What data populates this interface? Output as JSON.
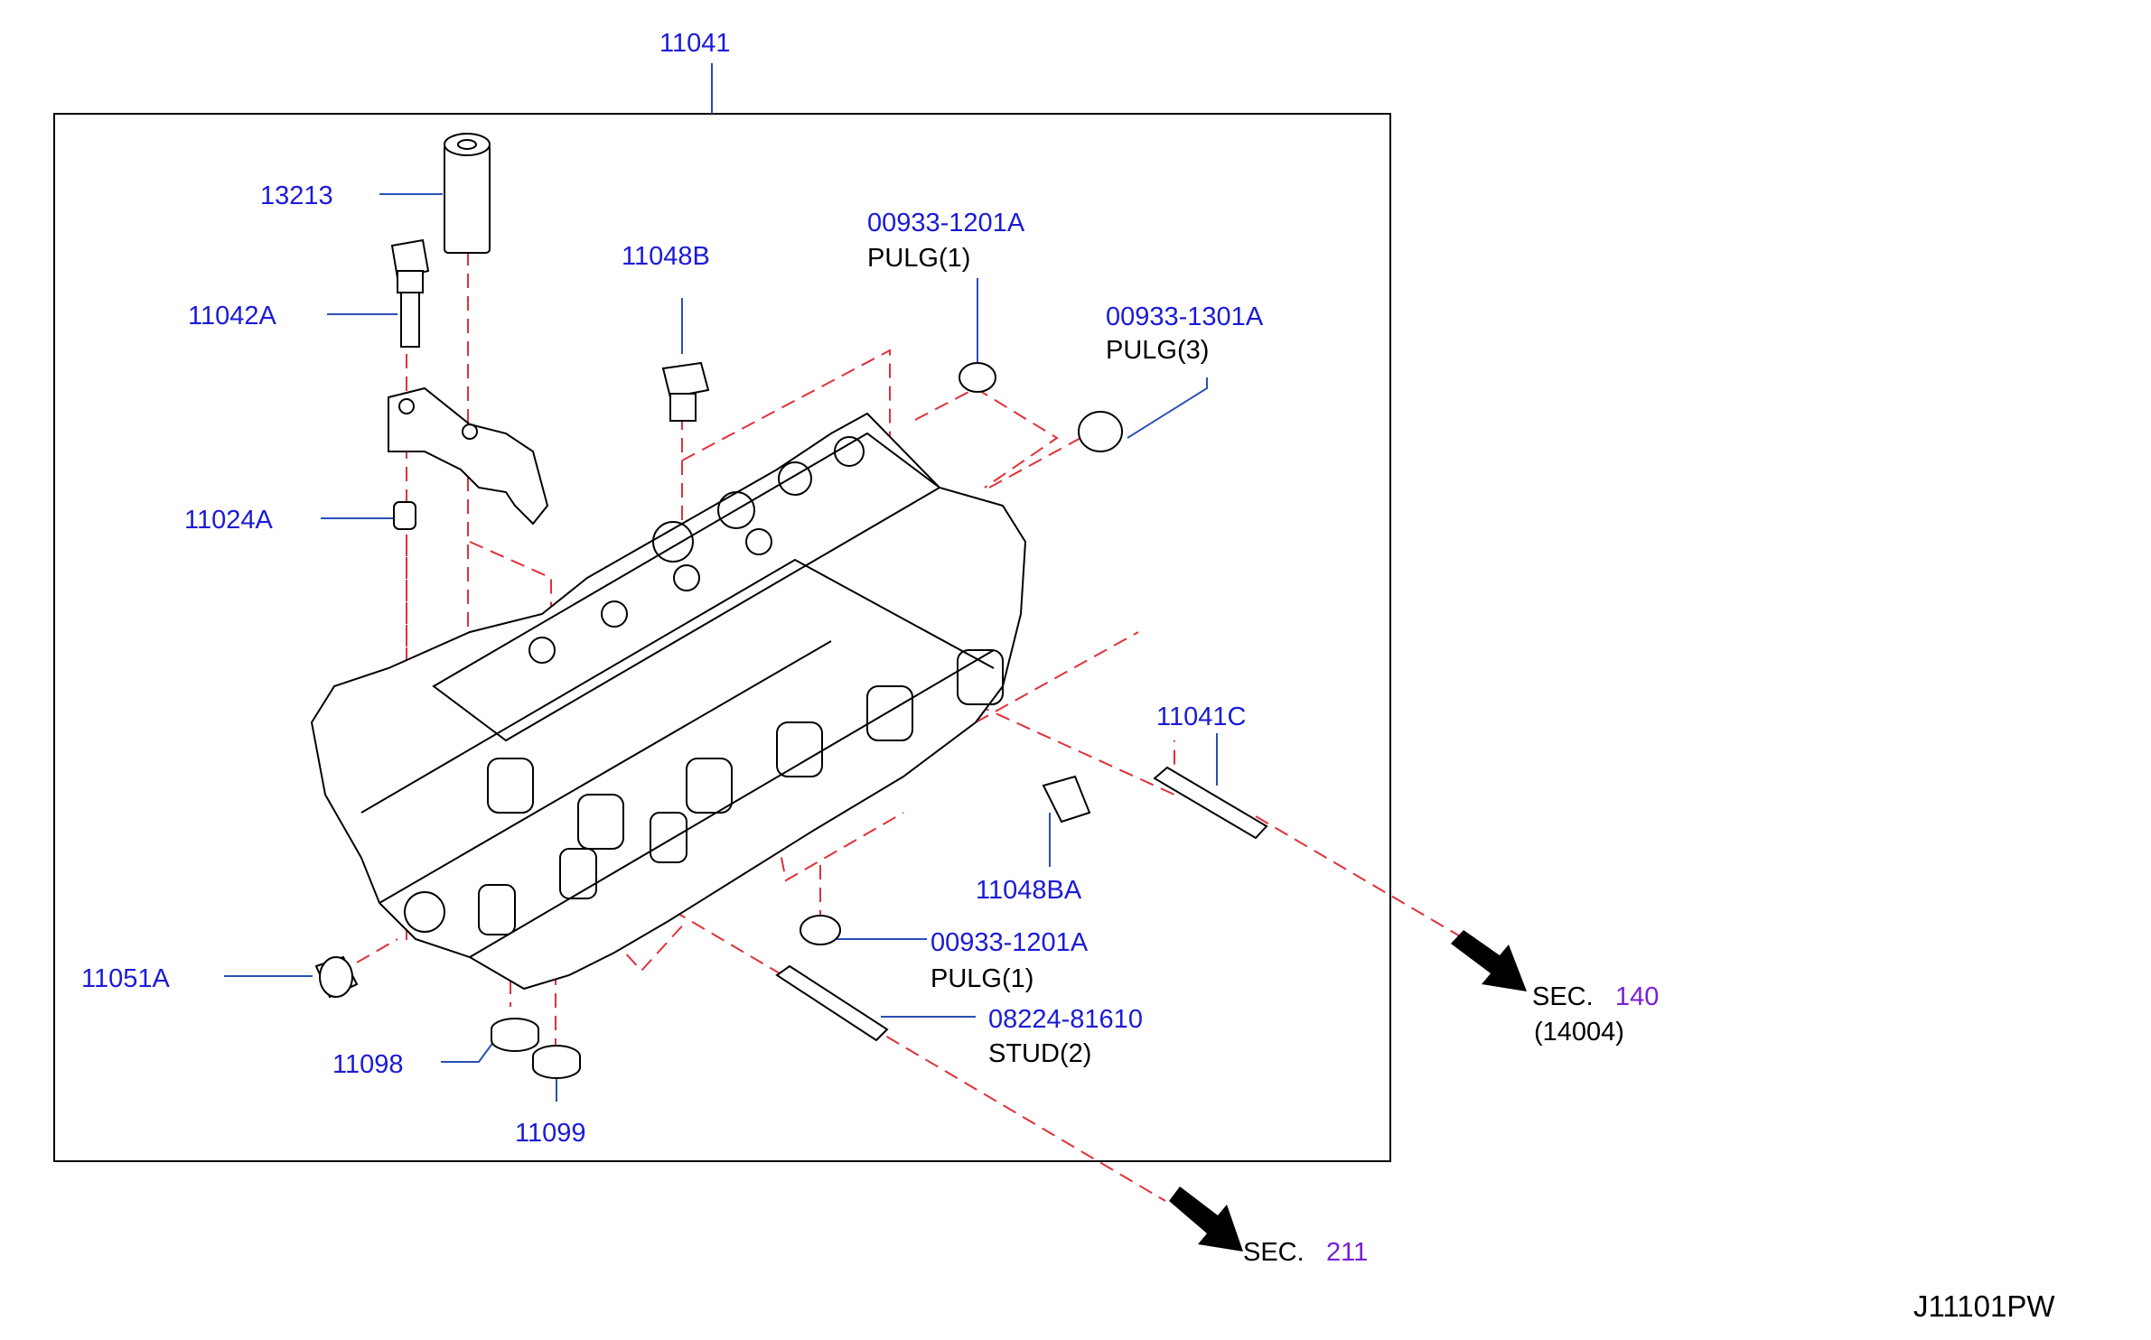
{
  "diagram": {
    "colors": {
      "part_number": "#1b1bd6",
      "section_number": "#7a1fd6",
      "text": "#000000",
      "leader_line": "#2a4fb5",
      "dashed_line": "#e0303a",
      "outline": "#000000"
    },
    "main_part_number": "11041",
    "callouts": {
      "c13213": "13213",
      "c11042A": "11042A",
      "c11048B": "11048B",
      "c00933_1201A_top": "00933-1201A",
      "c00933_1201A_top_desc": "PULG(1)",
      "c00933_1301A": "00933-1301A",
      "c00933_1301A_desc": "PULG(3)",
      "c11024A": "11024A",
      "c11041C": "11041C",
      "c11048BA": "11048BA",
      "c00933_1201A_bottom": "00933-1201A",
      "c00933_1201A_bottom_desc": "PULG(1)",
      "c08224_81610": "08224-81610",
      "c08224_81610_desc": "STUD(2)",
      "c11051A": "11051A",
      "c11098": "11098",
      "c11099": "11099"
    },
    "sections": [
      {
        "label": "SEC.",
        "number": "140",
        "sub": "(14004)",
        "arrow_icon": "arrow-right-down-icon"
      },
      {
        "label": "SEC.",
        "number": "211",
        "arrow_icon": "arrow-right-down-icon"
      }
    ],
    "diagram_code": "J11101PW"
  }
}
